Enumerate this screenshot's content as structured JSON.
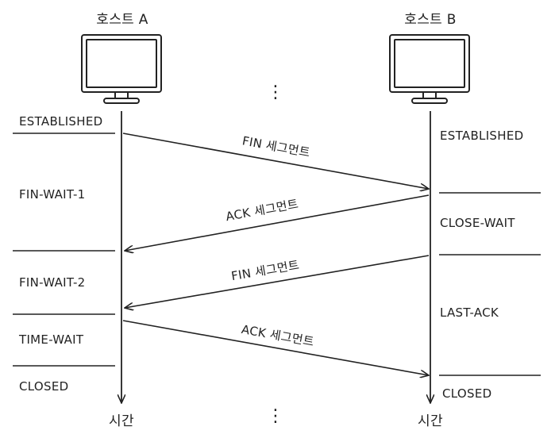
{
  "hosts": {
    "a": "호스트 A",
    "b": "호스트 B"
  },
  "time_label_a": "시간",
  "time_label_b": "시간",
  "ellipsis": "⋮",
  "host_a_states": [
    "ESTABLISHED",
    "FIN-WAIT-1",
    "FIN-WAIT-2",
    "TIME-WAIT",
    "CLOSED"
  ],
  "host_b_states": [
    "ESTABLISHED",
    "CLOSE-WAIT",
    "LAST-ACK",
    "CLOSED"
  ],
  "segments": [
    {
      "label": "FIN 세그먼트",
      "direction": "a-to-b"
    },
    {
      "label": "ACK 세그먼트",
      "direction": "b-to-a"
    },
    {
      "label": "FIN 세그먼트",
      "direction": "b-to-a"
    },
    {
      "label": "ACK 세그먼트",
      "direction": "a-to-b"
    }
  ],
  "colors": {
    "ink": "#222222",
    "screen": "#ffffff"
  }
}
